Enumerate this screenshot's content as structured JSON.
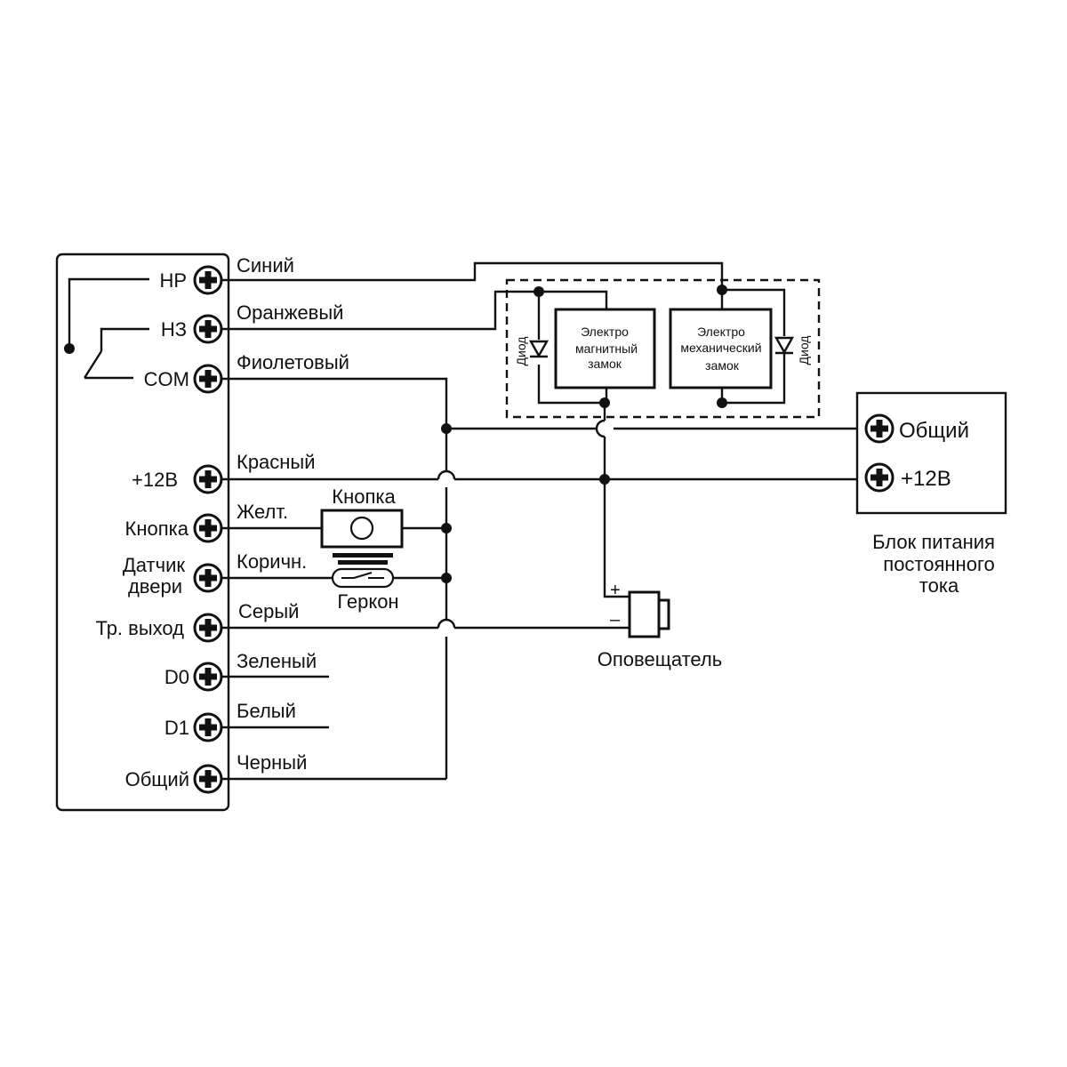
{
  "controller": {
    "terminals": [
      "НР",
      "НЗ",
      "COM",
      "+12В",
      "Кнопка",
      "Датчик",
      "двери",
      "Тр. выход",
      "D0",
      "D1",
      "Общий"
    ]
  },
  "wires": [
    "Синий",
    "Оранжевый",
    "Фиолетовый",
    "Красный",
    "Желт.",
    "Коричн.",
    "Серый",
    "Зеленый",
    "Белый",
    "Черный"
  ],
  "locks": {
    "magnetic": [
      "Электро",
      "магнитный",
      "замок"
    ],
    "mechanical": [
      "Электро",
      "механический",
      "замок"
    ],
    "diode_label": "Диод"
  },
  "button_label": "Кнопка",
  "reed_label": "Геркон",
  "siren": {
    "label": "Оповещатель",
    "plus": "+",
    "minus": "–"
  },
  "psu": {
    "terminals": [
      "Общий",
      "+12В"
    ],
    "caption": [
      "Блок питания",
      "постоянного",
      "тока"
    ]
  }
}
